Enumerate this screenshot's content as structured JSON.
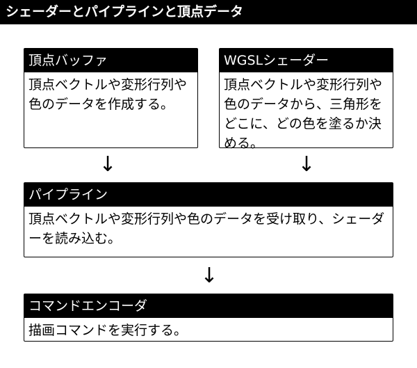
{
  "title": "シェーダーとパイプラインと頂点データ",
  "boxes": [
    {
      "header": "頂点バッファ",
      "body": "頂点ベクトルや変形行列や色のデータを作成する。"
    },
    {
      "header": "WGSLシェーダー",
      "body": "頂点ベクトルや変形行列や色のデータから、三角形をどこに、どの色を塗るか決める。"
    },
    {
      "header": "パイプライン",
      "body": "頂点ベクトルや変形行列や色のデータを受け取り、シェーダーを読み込む。"
    },
    {
      "header": "コマンドエンコーダ",
      "body": "描画コマンドを実行する。"
    }
  ],
  "arrow_glyph": "↓"
}
